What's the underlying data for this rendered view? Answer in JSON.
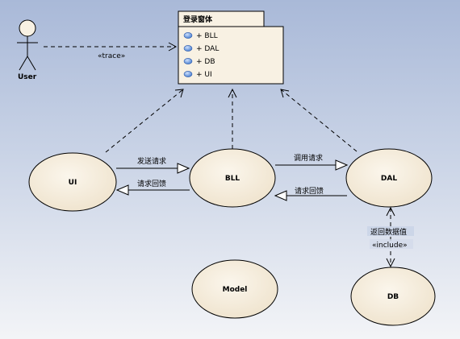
{
  "package": {
    "title": "登录窗体",
    "items": [
      "+ BLL",
      "+ DAL",
      "+ DB",
      "+ UI"
    ]
  },
  "actor": {
    "name": "User"
  },
  "usecases": {
    "ui": "UI",
    "bll": "BLL",
    "dal": "DAL",
    "model": "Model",
    "db": "DB"
  },
  "edges": {
    "trace": "«trace»",
    "ui_to_bll": "发送请求",
    "bll_to_ui": "请求回馈",
    "bll_to_dal": "调用请求",
    "dal_to_bll": "请求回馈",
    "db_to_dal": "返回数据值",
    "include": "«include»"
  },
  "colors": {
    "node_fill": "#f8f1e3",
    "node_stroke": "#000000",
    "item_icon": "#5b8fd6"
  }
}
